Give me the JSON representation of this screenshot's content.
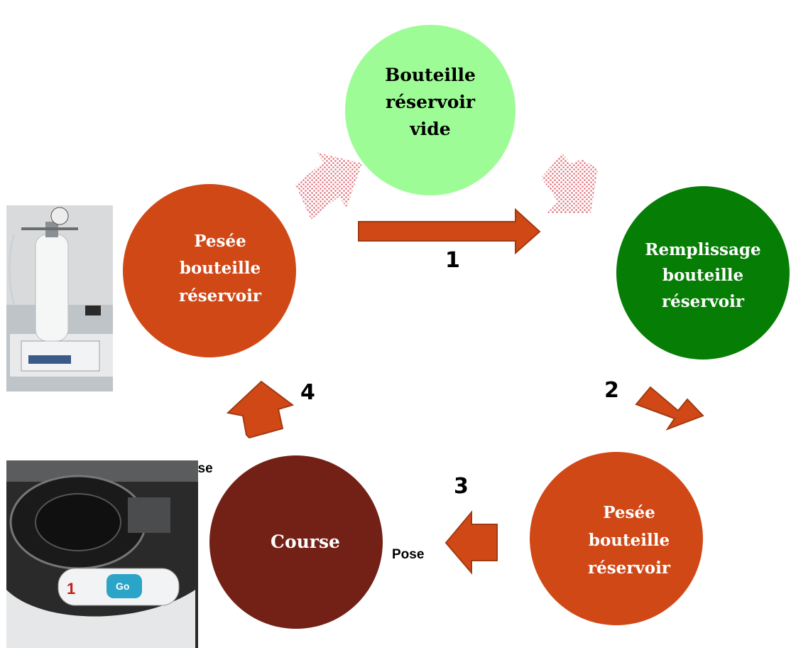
{
  "nodes": [
    {
      "id": "empty",
      "lines": [
        "Bouteille",
        "réservoir",
        "vide"
      ],
      "color": "#9efc96",
      "text_color": "#000000"
    },
    {
      "id": "fill",
      "lines": [
        "Remplissage",
        "bouteille",
        "réservoir"
      ],
      "color": "#067e05",
      "text_color": "#ffffff"
    },
    {
      "id": "weigh-after",
      "lines": [
        "Pesée",
        "bouteille",
        "réservoir"
      ],
      "color": "#d14817",
      "text_color": "#ffffff"
    },
    {
      "id": "race",
      "lines": [
        "Course"
      ],
      "color": "#732117",
      "text_color": "#ffffff"
    },
    {
      "id": "weigh-before",
      "lines": [
        "Pesée",
        "bouteille",
        "réservoir"
      ],
      "color": "#d14817",
      "text_color": "#ffffff"
    }
  ],
  "steps": {
    "s1": "1",
    "s2": "2",
    "s3": "3",
    "s4": "4"
  },
  "annotations": {
    "depose": "Dépose",
    "pose": "Pose"
  },
  "photos": {
    "scale_photo_alt": "bottle on weighing scale",
    "vehicle_photo_label": "1",
    "vehicle_photo_badge": "Go"
  },
  "colors": {
    "arrow": "#d14817",
    "arrow_stroke": "#a23a10",
    "hatch": "#e0717a"
  }
}
